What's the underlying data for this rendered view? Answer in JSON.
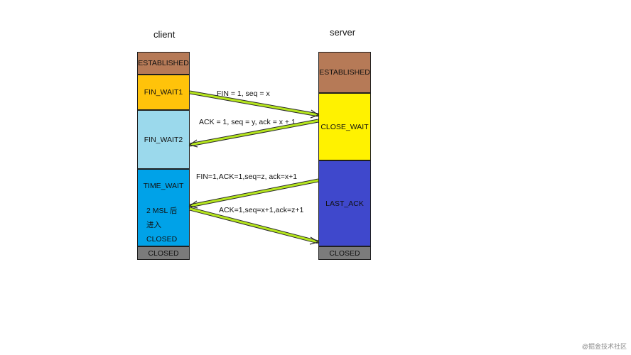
{
  "client": {
    "title": "client",
    "states": {
      "established": "ESTABLISHED",
      "fin_wait1": "FIN_WAIT1",
      "fin_wait2": "FIN_WAIT2",
      "time_wait": "TIME_WAIT",
      "time_wait_note_line1": "2 MSL 后",
      "time_wait_note_line2": "进入",
      "time_wait_note_line3": "CLOSED",
      "closed": "CLOSED"
    }
  },
  "server": {
    "title": "server",
    "states": {
      "established": "ESTABLISHED",
      "close_wait": "CLOSE_WAIT",
      "last_ack": "LAST_ACK",
      "closed": "CLOSED"
    }
  },
  "messages": {
    "fin": "FIN = 1, seq =  x",
    "ack": "ACK = 1, seq = y, ack = x + 1",
    "fin_ack": "FIN=1,ACK=1,seq=z, ack=x+1",
    "final_ack": "ACK=1,seq=x+1,ack=z+1"
  },
  "colors": {
    "established": "#b67a57",
    "fin_wait1": "#ffc30a",
    "fin_wait2": "#9bd9ec",
    "time_wait": "#00a2e8",
    "closed": "#7b7b7b",
    "close_wait": "#fff200",
    "last_ack": "#3f48cc",
    "arrow_fill": "#b5e61d"
  },
  "watermark": "@掘金技术社区"
}
